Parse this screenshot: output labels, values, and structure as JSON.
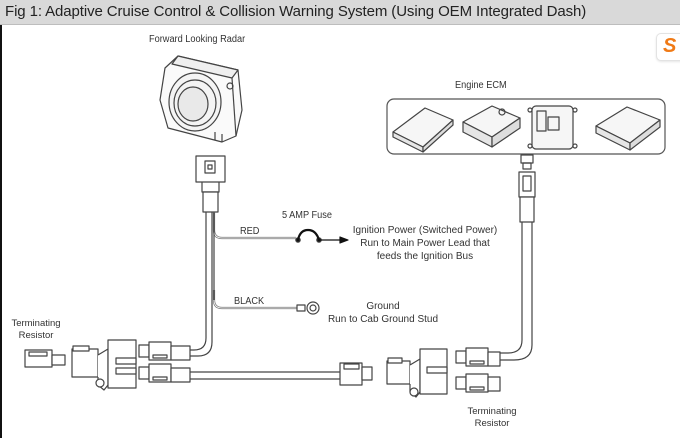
{
  "title": "Fig 1: Adaptive Cruise Control & Collision Warning System (Using OEM Integrated Dash)",
  "badge": {
    "icon": "brand-s-icon",
    "text": "S",
    "color": "#f07a16"
  },
  "components": {
    "radar": {
      "label": "Forward Looking Radar"
    },
    "ecm": {
      "label": "Engine ECM",
      "module_count": 4
    },
    "fuse": {
      "label": "5 AMP Fuse"
    },
    "terminating_resistor_left": {
      "line1": "Terminating",
      "line2": "Resistor"
    },
    "terminating_resistor_right": {
      "line1": "Terminating",
      "line2": "Resistor"
    }
  },
  "wires": {
    "red": {
      "label": "RED",
      "color": "#c00000"
    },
    "black": {
      "label": "BLACK",
      "color": "#000000"
    }
  },
  "notes": {
    "ignition": {
      "line1": "Ignition Power (Switched Power)",
      "line2": "Run to Main Power Lead that",
      "line3": "feeds the Ignition Bus"
    },
    "ground": {
      "line1": "Ground",
      "line2": "Run to Cab Ground Stud"
    }
  }
}
